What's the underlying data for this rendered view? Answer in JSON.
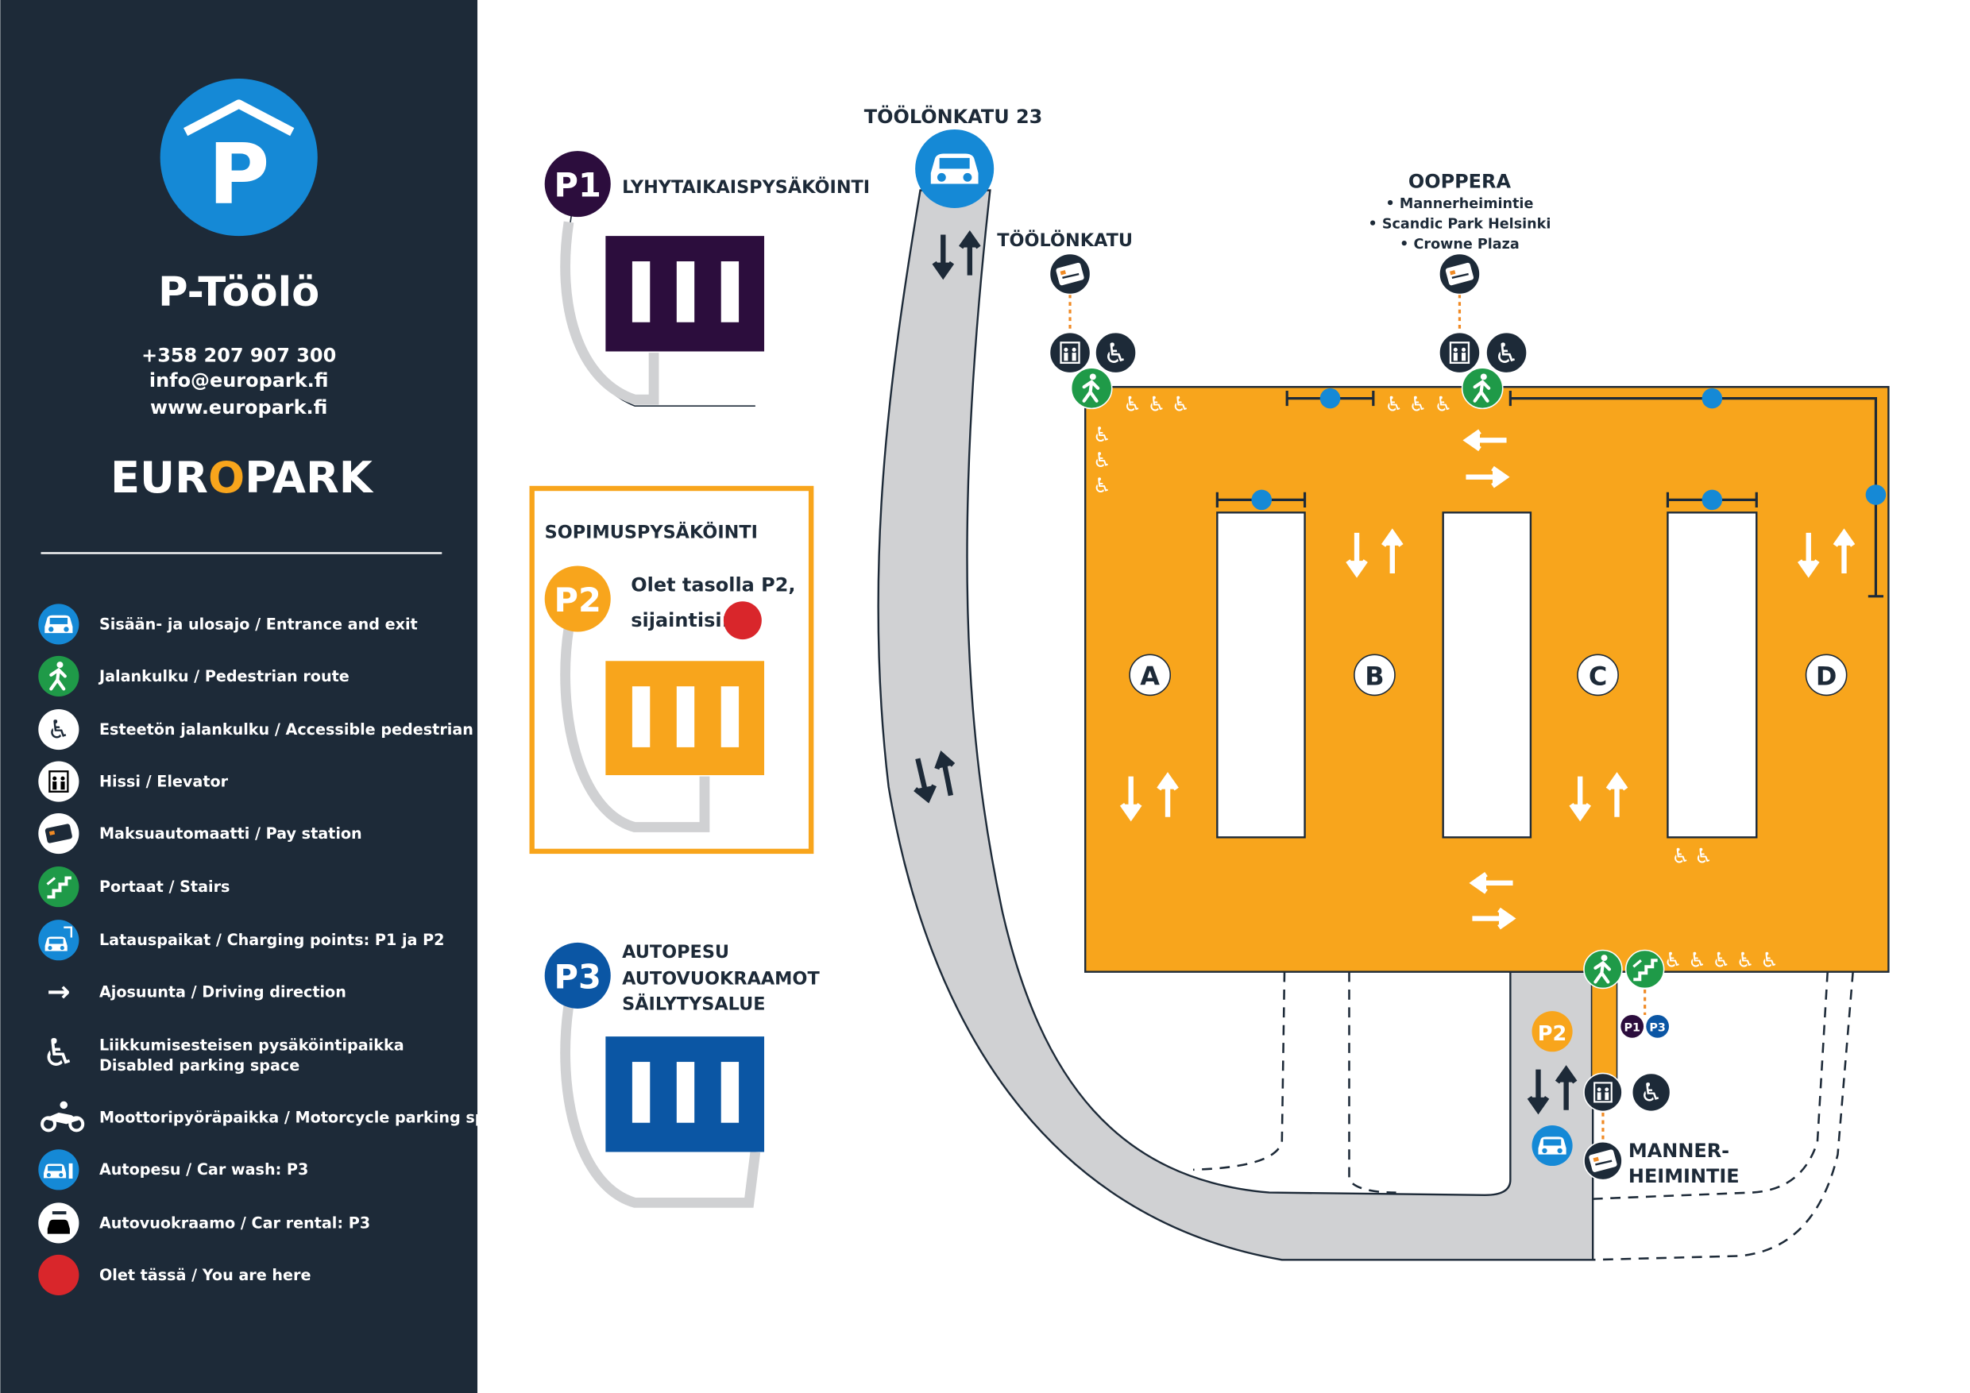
{
  "colors": {
    "sidebar": "#1d2a38",
    "brand_blue": "#1589d6",
    "orange": "#f8a51c",
    "green": "#1f9a48",
    "p1_purple": "#2c0d3d",
    "p3_blue": "#0b56a4",
    "road_gray": "#d0d1d3",
    "you_are_here": "#d9262b"
  },
  "sidebar": {
    "logo_letter": "P",
    "title": "P-Töölö",
    "phone": "+358 207 907 300",
    "email": "info@europark.fi",
    "website": "www.europark.fi",
    "brand_logo": "EUROPARK",
    "legend": [
      {
        "icon": "car-icon",
        "label": "Sisään- ja ulosajo / Entrance and exit"
      },
      {
        "icon": "pedestrian-icon",
        "label": "Jalankulku / Pedestrian route"
      },
      {
        "icon": "wheelchair-icon",
        "label": "Esteetön jalankulku /  Accessible pedestrian route"
      },
      {
        "icon": "elevator-icon",
        "label": "Hissi / Elevator"
      },
      {
        "icon": "pay-station-icon",
        "label": "Maksuautomaatti / Pay station"
      },
      {
        "icon": "stairs-icon",
        "label": "Portaat / Stairs"
      },
      {
        "icon": "charging-icon",
        "label": "Latauspaikat / Charging points: P1 ja P2"
      },
      {
        "icon": "arrow-icon",
        "label": "Ajosuunta / Driving direction"
      },
      {
        "icon": "disabled-parking-icon",
        "label": "Liikkumisesteisen pysäköintipaikka",
        "label2": "Disabled parking space"
      },
      {
        "icon": "motorcycle-icon",
        "label": "Moottoripyöräpaikka  /  Motorcycle parking space"
      },
      {
        "icon": "car-wash-icon",
        "label": "Autopesu / Car wash: P3"
      },
      {
        "icon": "car-rental-icon",
        "label": "Autovuokraamo / Car rental: P3"
      },
      {
        "icon": "you-are-here-icon",
        "label": "Olet tässä / You are here"
      }
    ]
  },
  "levels": {
    "p1": {
      "badge": "P1",
      "label": "LYHYTAIKAISPYSÄKÖINTI"
    },
    "p2": {
      "heading": "SOPIMUSPYSÄKÖINTI",
      "badge": "P2",
      "line1": "Olet tasolla P2,",
      "line2": "sijaintisi:"
    },
    "p3": {
      "badge": "P3",
      "line1": "AUTOPESU",
      "line2": "AUTOVUOKRAAMOT",
      "line3": "SÄILYTYSALUE"
    }
  },
  "map": {
    "entrance_label": "TÖÖLÖNKATU 23",
    "exit_toolonkatu": "TÖÖLÖNKATU",
    "exit_ooppera": {
      "title": "OOPPERA",
      "items": [
        "• Mannerheimintie",
        "• Scandic Park Helsinki",
        "• Crowne Plaza"
      ]
    },
    "exit_mannerheimintie": {
      "line1": "MANNER-",
      "line2": "HEIMINTIE"
    },
    "zones": [
      "A",
      "B",
      "C",
      "D"
    ],
    "level_badge": "P2",
    "small_badges": [
      "P1",
      "P3"
    ],
    "wheelchair_glyph": "♿",
    "arrow_glyph": "→"
  }
}
